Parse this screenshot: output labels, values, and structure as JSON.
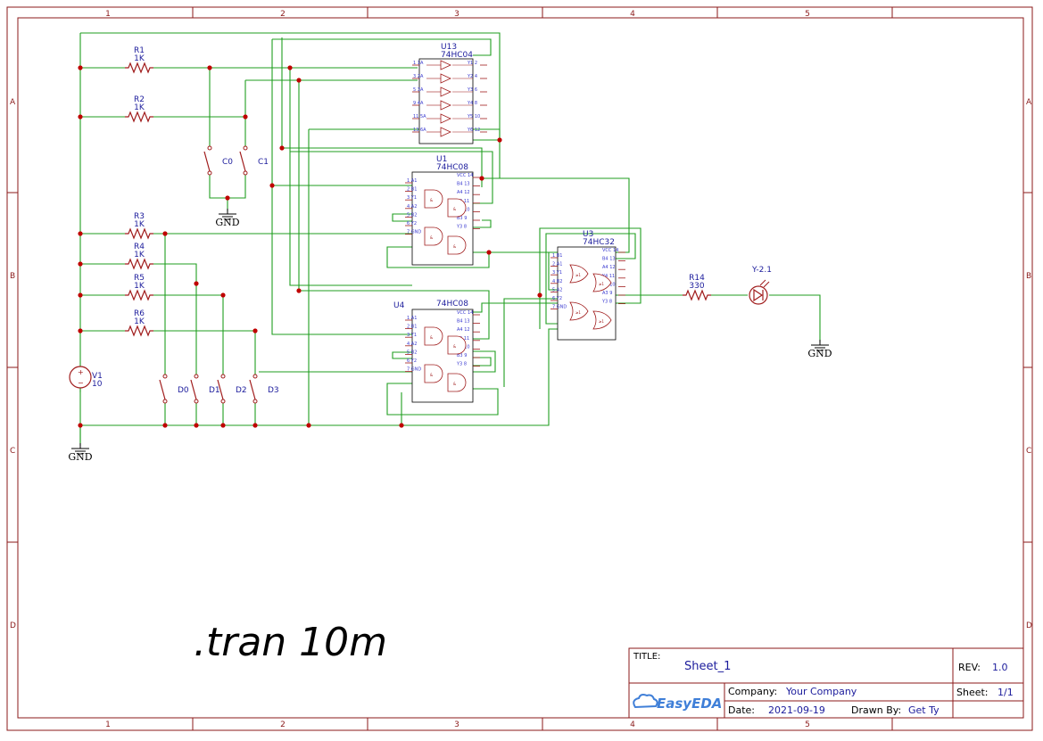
{
  "colors": {
    "frame": "#8b1a1a",
    "wire": "#1f9e1f",
    "part": "#a01c1c",
    "pin": "#3a3ad0",
    "label": "#1c1c9c",
    "junction": "#c00000",
    "text": "#000000"
  },
  "frame": {
    "columns": [
      "1",
      "2",
      "3",
      "4",
      "5"
    ],
    "rows": [
      "A",
      "B",
      "C",
      "D"
    ]
  },
  "ics": {
    "u13": {
      "ref": "U13",
      "value": "74HC04",
      "left_pins": [
        "1",
        "1A",
        "3",
        "2A",
        "5",
        "3A",
        "9",
        "4A",
        "11",
        "5A",
        "13",
        "6A"
      ],
      "right_pins": [
        "Y1",
        "2",
        "Y2",
        "4",
        "Y3",
        "6",
        "Y4",
        "8",
        "Y5",
        "10",
        "Y6",
        "12"
      ]
    },
    "u1": {
      "ref": "U1",
      "value": "74HC08",
      "pins": [
        "1",
        "A1",
        "2",
        "B1",
        "3",
        "Y1",
        "4",
        "A2",
        "5",
        "B2",
        "6",
        "Y2",
        "7",
        "GND",
        "VCC",
        "14",
        "B4",
        "13",
        "A4",
        "12",
        "Y4",
        "11",
        "A3",
        "10",
        "B3",
        "9",
        "Y3",
        "8"
      ]
    },
    "u4": {
      "ref": "U4",
      "value": "74HC08",
      "pins": [
        "1",
        "A1",
        "2",
        "B1",
        "3",
        "Y1",
        "4",
        "A2",
        "5",
        "B2",
        "6",
        "Y2",
        "7",
        "GND",
        "VCC",
        "14",
        "B4",
        "13",
        "A4",
        "12",
        "Y4",
        "11",
        "A3",
        "10",
        "B3",
        "9",
        "Y3",
        "8"
      ]
    },
    "u3": {
      "ref": "U3",
      "value": "74HC32",
      "pins": [
        "1",
        "B1",
        "2",
        "A1",
        "3",
        "Y1",
        "4",
        "B2",
        "5",
        "A2",
        "6",
        "Y2",
        "7",
        "GND",
        "VCC",
        "14",
        "B4",
        "13",
        "A4",
        "12",
        "Y4",
        "11",
        "B3",
        "10",
        "A3",
        "9",
        "Y3",
        "8"
      ]
    }
  },
  "resistors": [
    {
      "ref": "R1",
      "value": "1K"
    },
    {
      "ref": "R2",
      "value": "1K"
    },
    {
      "ref": "R3",
      "value": "1K"
    },
    {
      "ref": "R4",
      "value": "1K"
    },
    {
      "ref": "R5",
      "value": "1K"
    },
    {
      "ref": "R6",
      "value": "1K"
    },
    {
      "ref": "R14",
      "value": "330"
    }
  ],
  "switches": [
    "C0",
    "C1",
    "D0",
    "D1",
    "D2",
    "D3"
  ],
  "source": {
    "ref": "V1",
    "value": "10"
  },
  "led": {
    "ref": "Y-2.1"
  },
  "gnd_labels": [
    "GND",
    "GND",
    "GND"
  ],
  "spice_directive": ".tran 10m",
  "title_block": {
    "title_label": "TITLE:",
    "title": "Sheet_1",
    "rev_label": "REV:",
    "rev": "1.0",
    "company_label": "Company:",
    "company": "Your Company",
    "sheet_label": "Sheet:",
    "sheet": "1/1",
    "date_label": "Date:",
    "date": "2021-09-19",
    "drawn_label": "Drawn By:",
    "drawn_by": "Get Ty",
    "logo_text": "EasyEDA"
  }
}
